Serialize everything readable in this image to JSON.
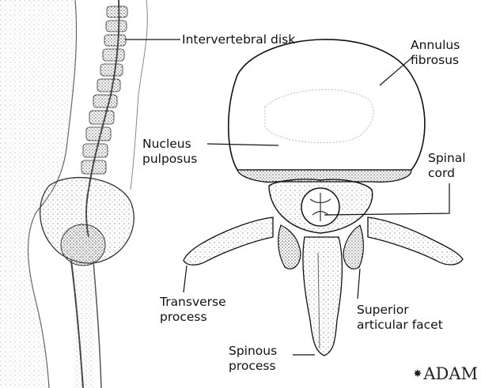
{
  "labels": {
    "intervertebral_disk": "Intervertebral disk",
    "annulus_fibrosus": [
      "Annulus",
      "fibrosus"
    ],
    "nucleus_pulposus": [
      "Nucleus",
      "pulposus"
    ],
    "spinal_cord": [
      "Spinal",
      "cord"
    ],
    "transverse_process": [
      "Transverse",
      "process"
    ],
    "superior_articular_facet": [
      "Superior",
      "articular facet"
    ],
    "spinous_process": [
      "Spinous",
      "process"
    ]
  },
  "brand": {
    "text": "ADAM"
  }
}
